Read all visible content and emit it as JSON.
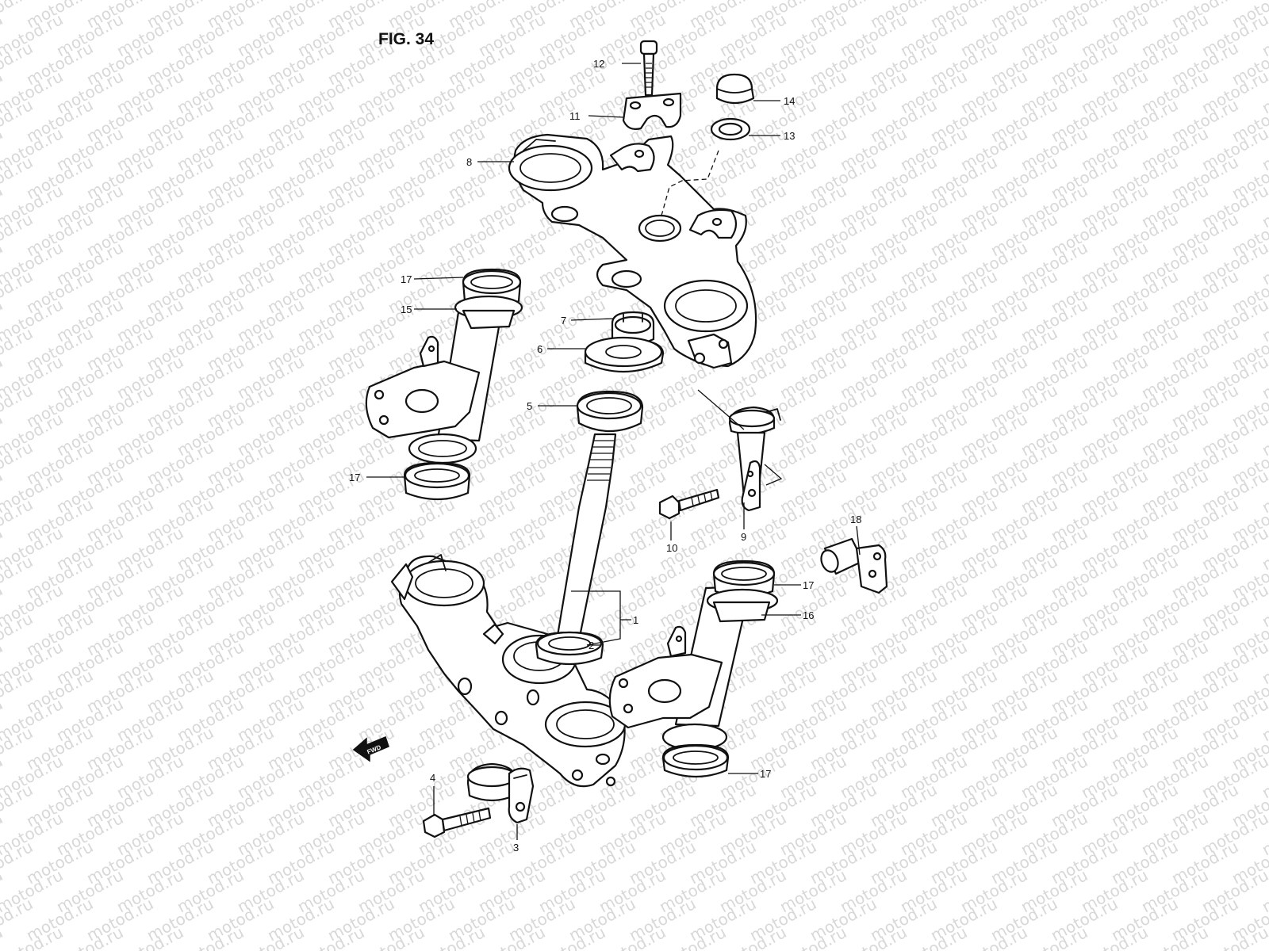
{
  "figure": {
    "title": "FIG. 34",
    "watermark": "motod.ru",
    "forward_marker": "FWD"
  },
  "callouts": {
    "c1": "1",
    "c2": "2",
    "c3": "3",
    "c4": "4",
    "c5": "5",
    "c6": "6",
    "c7": "7",
    "c8": "8",
    "c9": "9",
    "c10": "10",
    "c11": "11",
    "c12": "12",
    "c13": "13",
    "c14": "14",
    "c15": "15",
    "c16": "16",
    "c17a": "17",
    "c17b": "17",
    "c17c": "17",
    "c17d": "17",
    "c18": "18"
  }
}
